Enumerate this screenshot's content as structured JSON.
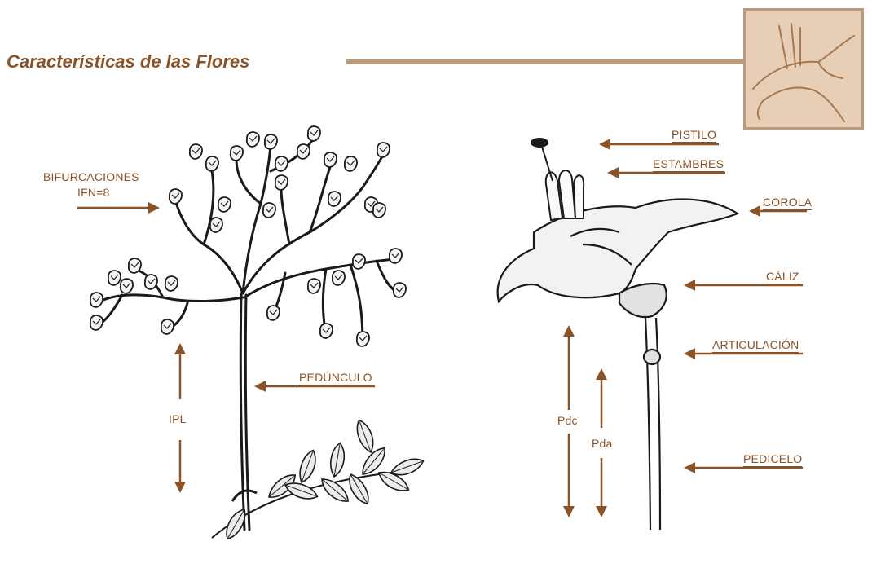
{
  "header": {
    "title": "Características de las Flores"
  },
  "labels": {
    "bifurcaciones": "BIFURCACIONES",
    "ifn": "IFN=8",
    "pedunculo": "PEDÚNCULO",
    "ipl": "IPL",
    "pistilo": "PISTILO",
    "estambres": "ESTAMBRES",
    "corola": "COROLA",
    "caliz": "CÁLIZ",
    "articulacion": "ARTICULACIÓN",
    "pedicelo": "PEDICELO",
    "pdc": "Pdc",
    "pda": "Pda"
  },
  "colors": {
    "accent": "#8a5327",
    "rule": "#b89a7e",
    "corner_fill": "#e6cfb6",
    "ink": "#1a1a1a"
  }
}
